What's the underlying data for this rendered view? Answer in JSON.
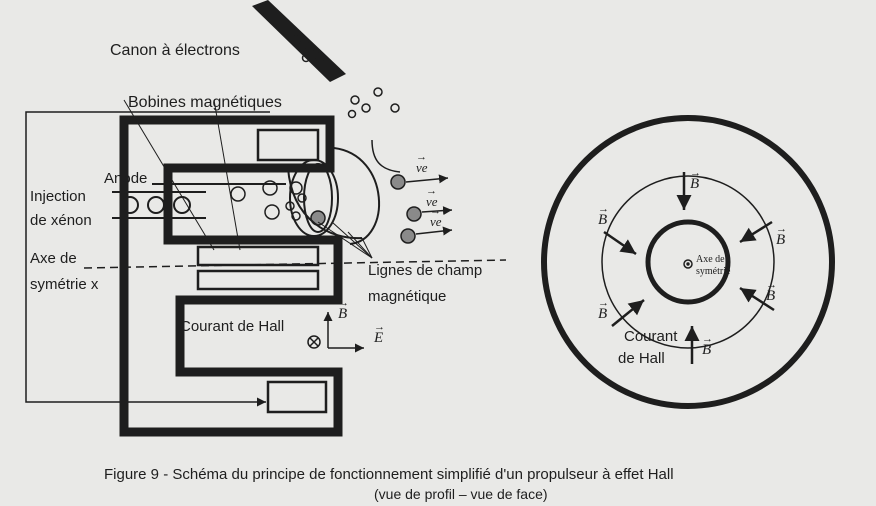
{
  "labels": {
    "electron_gun": "Canon à électrons",
    "magnetic_coils": "Bobines magnétiques",
    "anode": "Anode",
    "xenon_injection_line1": "Injection",
    "xenon_injection_line2": "de xénon",
    "symmetry_axis_line1": "Axe de",
    "symmetry_axis_line2": "symétrie x",
    "field_lines_line1": "Lignes de champ",
    "field_lines_line2": "magnétique",
    "hall_current": "Courant de Hall",
    "front_symmetry_axis_line1": "Axe de",
    "front_symmetry_axis_line2": "symétrie",
    "front_hall_current_line1": "Courant",
    "front_hall_current_line2": "de Hall"
  },
  "vectors": {
    "b": "B",
    "e": "E",
    "ve": "ve"
  },
  "caption": {
    "line1": "Figure 9 - Schéma du principe de fonctionnement simplifié d'un propulseur à effet Hall",
    "line2": "(vue de profil – vue de face)"
  },
  "colors": {
    "ink": "#1e1e1e",
    "paper": "#e9e9e7"
  }
}
